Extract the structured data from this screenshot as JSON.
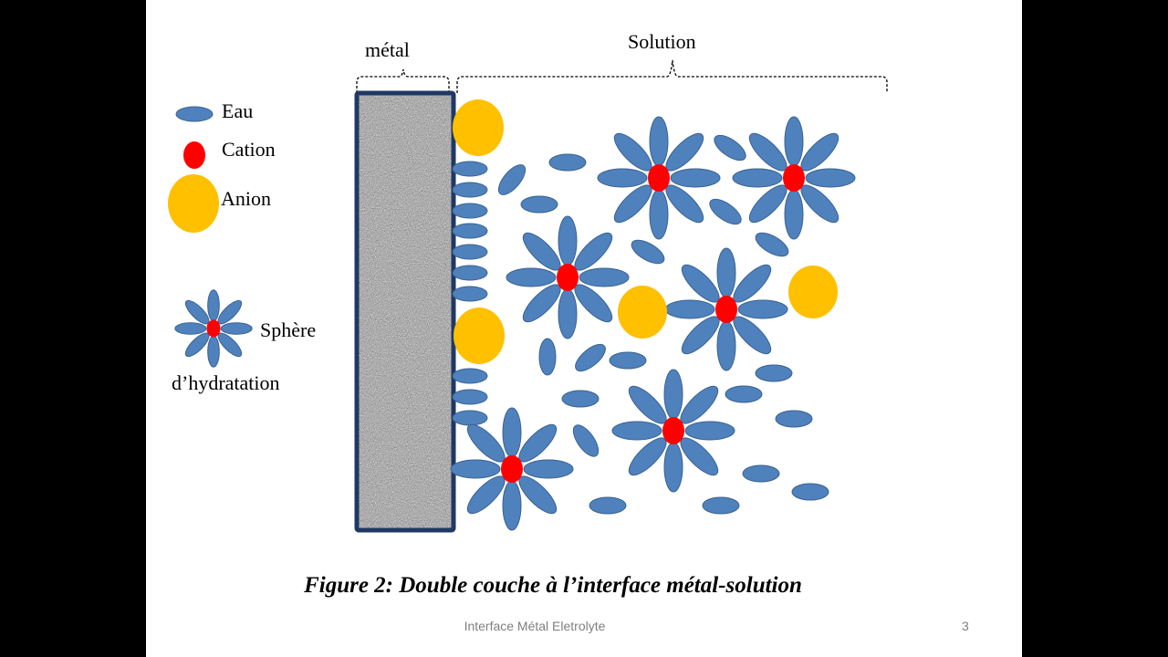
{
  "slide": {
    "footer_text": "Interface Métal Eletrolyte",
    "slide_number": "3",
    "caption": "Figure 2: Double couche à l’interface métal-solution"
  },
  "diagram": {
    "metal_label": "métal",
    "solution_label": "Solution"
  },
  "legend": {
    "water_label": "Eau",
    "cation_label": "Cation",
    "anion_label": "Anion",
    "hydration_label_1": "Sphère",
    "hydration_label_2": "d’hydratation"
  },
  "colors": {
    "water": "#4f81bd",
    "water_stroke": "#3a6390",
    "cation": "#ff0000",
    "anion": "#ffc000",
    "metal_border": "#1f3864"
  }
}
